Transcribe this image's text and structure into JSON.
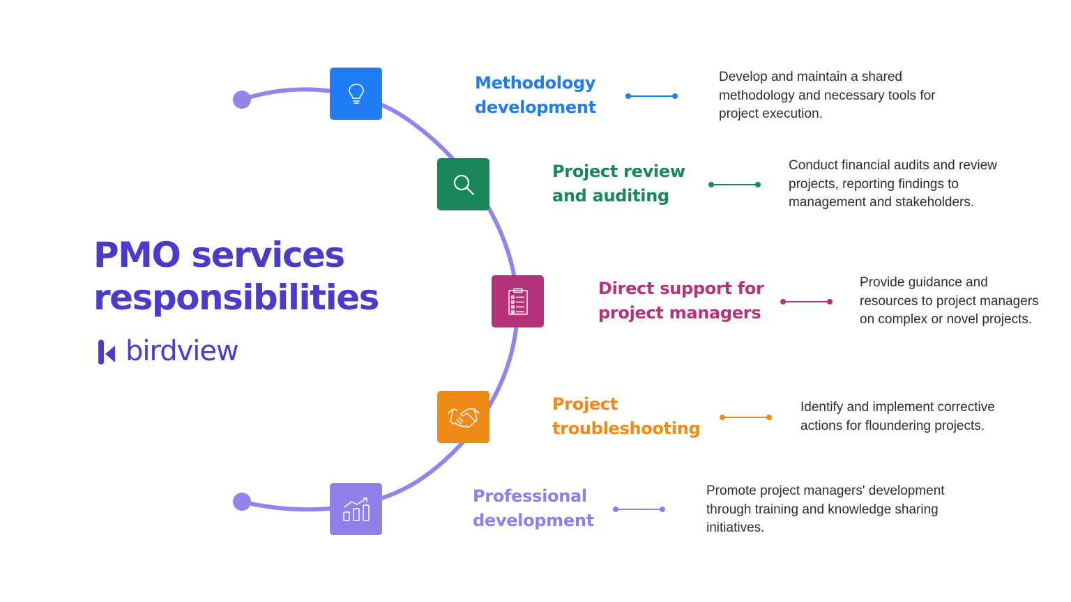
{
  "title": {
    "line1": "PMO services",
    "line2": "responsibilities"
  },
  "brand": {
    "name": "birdview",
    "color": "#4a3bc9"
  },
  "arc_color": "#9184ea",
  "items": [
    {
      "heading": [
        "Methodology",
        "development"
      ],
      "description": [
        "Develop and maintain a shared",
        "methodology and necessary tools for",
        "project execution."
      ],
      "color": "#1f7cf2",
      "icon": "lightbulb-icon"
    },
    {
      "heading": [
        "Project review",
        "and auditing"
      ],
      "description": [
        "Conduct financial audits and review",
        "projects, reporting findings to",
        "management and stakeholders."
      ],
      "color": "#19875a",
      "icon": "magnifier-icon"
    },
    {
      "heading": [
        "Direct support for",
        "project managers"
      ],
      "description": [
        "Provide guidance and",
        "resources to project managers",
        "on complex or novel projects."
      ],
      "color": "#b5317a",
      "icon": "checklist-icon"
    },
    {
      "heading": [
        "Project",
        "troubleshooting"
      ],
      "description": [
        "Identify and implement corrective",
        "actions for floundering projects."
      ],
      "color": "#ef8a17",
      "icon": "handshake-icon"
    },
    {
      "heading": [
        "Professional",
        "development"
      ],
      "description": [
        "Promote project managers' development",
        "through training and knowledge sharing",
        "initiatives."
      ],
      "color": "#8f7fe8",
      "icon": "growth-chart-icon"
    }
  ]
}
